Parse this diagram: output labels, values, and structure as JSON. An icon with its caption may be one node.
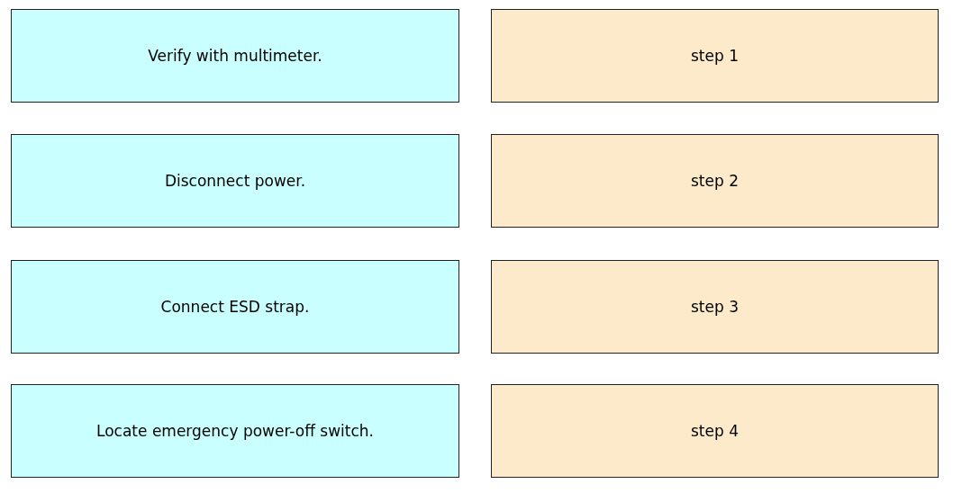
{
  "diagram": {
    "nodes": [
      {
        "text": [
          "Verify with multimeter."
        ]
      },
      {
        "text": [
          "step 1"
        ]
      },
      {
        "text": [
          "Disconnect power."
        ]
      },
      {
        "text": [
          "step 2"
        ]
      },
      {
        "text": [
          "Connect ESD strap."
        ]
      },
      {
        "text": [
          "step 3"
        ]
      },
      {
        "text": [
          "Locate emergency power-off switch."
        ]
      },
      {
        "text": [
          "step 4"
        ]
      }
    ],
    "edges": []
  }
}
